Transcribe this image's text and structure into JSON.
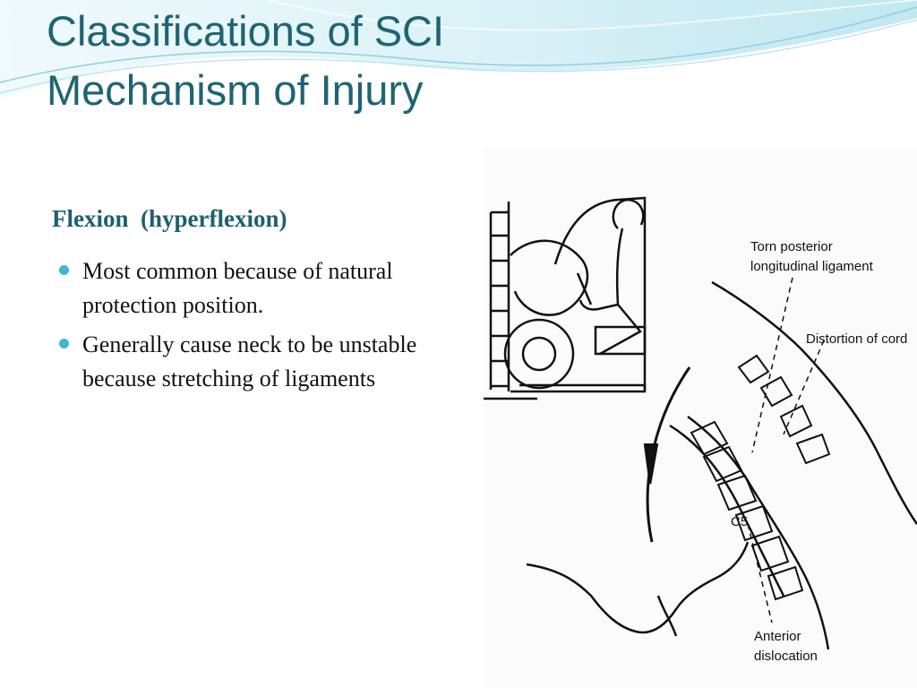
{
  "title": {
    "line1": "Classifications of SCI",
    "line2": "Mechanism of Injury"
  },
  "subheading": "Flexion  (hyperflexion)",
  "bullets": [
    "Most common because of natural protection position.",
    "Generally cause neck to be unstable because stretching of ligaments"
  ],
  "figure": {
    "label_torn_line1": "Torn posterior",
    "label_torn_line2": "longitudinal ligament",
    "label_distortion": "Distortion of cord",
    "label_c5": "C5",
    "label_anterior_line1": "Anterior",
    "label_anterior_line2": "dislocation"
  },
  "colors": {
    "title": "#1f6473",
    "accent": "#3fb6cc",
    "wave": "#a9dce8"
  }
}
